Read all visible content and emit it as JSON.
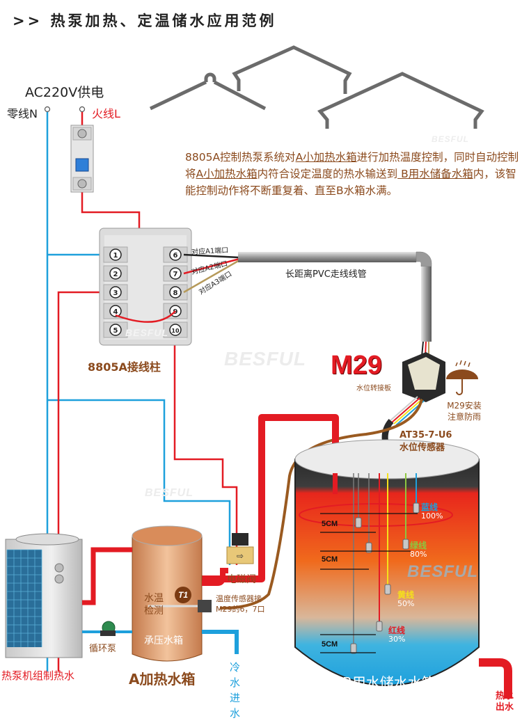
{
  "title": ">> 热泵加热、定温储水应用范例",
  "description": {
    "parts": [
      {
        "text": "8805A控制热泵系统对",
        "underline": false
      },
      {
        "text": "A小加热水箱",
        "underline": true
      },
      {
        "text": "进行加热温度控制，同时自动控制将",
        "underline": false
      },
      {
        "text": "A小加热水箱",
        "underline": true
      },
      {
        "text": "内符合设定温度的热水输送到",
        "underline": false
      },
      {
        "text": " B用水储备水箱",
        "underline": true
      },
      {
        "text": "内，该智能控制动作将不断重复着、直至B水箱水满。",
        "underline": false
      }
    ]
  },
  "power": {
    "label": "AC220V供电",
    "neutral": "零线N",
    "live": "火线L"
  },
  "terminal_block": {
    "label": "8805A接线柱",
    "brand": "BESFUL",
    "terminals": [
      "1",
      "2",
      "3",
      "4",
      "5",
      "6",
      "7",
      "8",
      "9",
      "10"
    ],
    "port_labels": [
      "对应A1端口",
      "对应A2端口",
      "对应A3端口"
    ]
  },
  "conduit_label": "长距离PVC走线线管",
  "m29": {
    "name": "M29",
    "subtitle": "水位转接板",
    "rain_note": "M29安装注意防雨"
  },
  "sensor": {
    "model": "AT35-7-U6",
    "name": "水位传感器"
  },
  "valve_label": "电磁阀",
  "temp_sensor": {
    "note_line1": "温度传感器接",
    "note_line2": "M29的6，7口",
    "badge": "T1",
    "detect": "水温检测"
  },
  "tank_a": {
    "inner_label": "承压水箱",
    "label": "A加热水箱"
  },
  "pump_label": "循环泵",
  "heat_pump_label": "热泵机组制热水",
  "cold_in": "冷水进水",
  "tank_b": {
    "label": "B用水储水水箱",
    "levels": [
      {
        "name": "蓝线",
        "percent": "100%",
        "color": "#1ea0dc"
      },
      {
        "name": "绿线",
        "percent": "80%",
        "color": "#8dc63f"
      },
      {
        "name": "黄线",
        "percent": "50%",
        "color": "#f5e11b"
      },
      {
        "name": "红线",
        "percent": "30%",
        "color": "#e31b23"
      }
    ],
    "spacing_labels": [
      "5CM",
      "5CM",
      "5CM"
    ]
  },
  "hot_out": "热水出水",
  "watermark": "BESFUL",
  "colors": {
    "brown_text": "#8b4a1d",
    "red": "#e31b23",
    "blue": "#1ea0dc",
    "pipe_gray": "#6b6b6b"
  }
}
